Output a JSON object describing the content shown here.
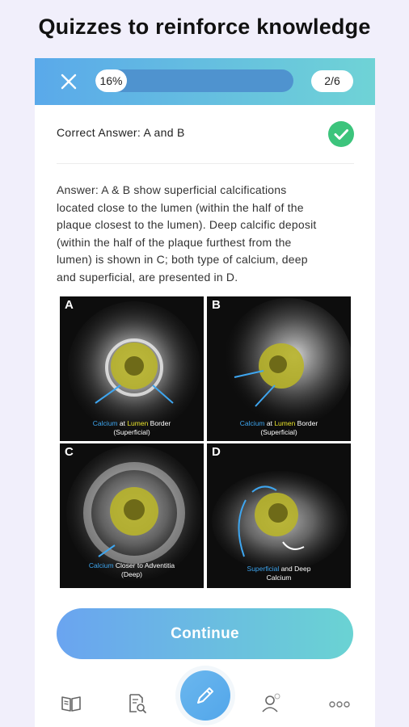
{
  "headline": "Quizzes to reinforce knowledge",
  "quiz": {
    "progress_label": "16%",
    "progress_fraction": 0.16,
    "step_label": "2/6"
  },
  "result": {
    "correct_answer": "Correct Answer: A and B"
  },
  "explanation_lines": [
    "Answer: A & B show superficial calcifications",
    "located close to the lumen (within the half of the",
    "plaque closest to the lumen). Deep calcific deposit",
    "(within the half of the plaque furthest from the",
    "lumen) is shown in C; both type of calcium, deep",
    "and superficial, are presented in D."
  ],
  "figure": {
    "panels": [
      {
        "letter": "A",
        "caption_parts": [
          "Calcium",
          " at ",
          "Lumen",
          " Border"
        ],
        "caption_line2": "(Superficial)"
      },
      {
        "letter": "B",
        "caption_parts": [
          "Calcium",
          " at ",
          "Lumen",
          " Border"
        ],
        "caption_line2": "(Superficial)"
      },
      {
        "letter": "C",
        "caption_parts": [
          "Calcium",
          " Closer to Adventitia",
          "",
          ""
        ],
        "caption_line2": "(Deep)"
      },
      {
        "letter": "D",
        "caption_parts": [
          "Superficial",
          " and Deep",
          "",
          ""
        ],
        "caption_line2": "Calcium"
      }
    ]
  },
  "actions": {
    "continue_label": "Continue"
  },
  "tabbar": {
    "icons": [
      "book-icon",
      "document-search-icon",
      "pencil-icon",
      "profile-icon",
      "more-icon"
    ]
  },
  "colors": {
    "header_start": "#5aa9ea",
    "header_end": "#6fd3d6",
    "check_green": "#3cc47c",
    "calcium_blue": "#3ea6f0",
    "lumen_yellow": "#e8e22a"
  }
}
